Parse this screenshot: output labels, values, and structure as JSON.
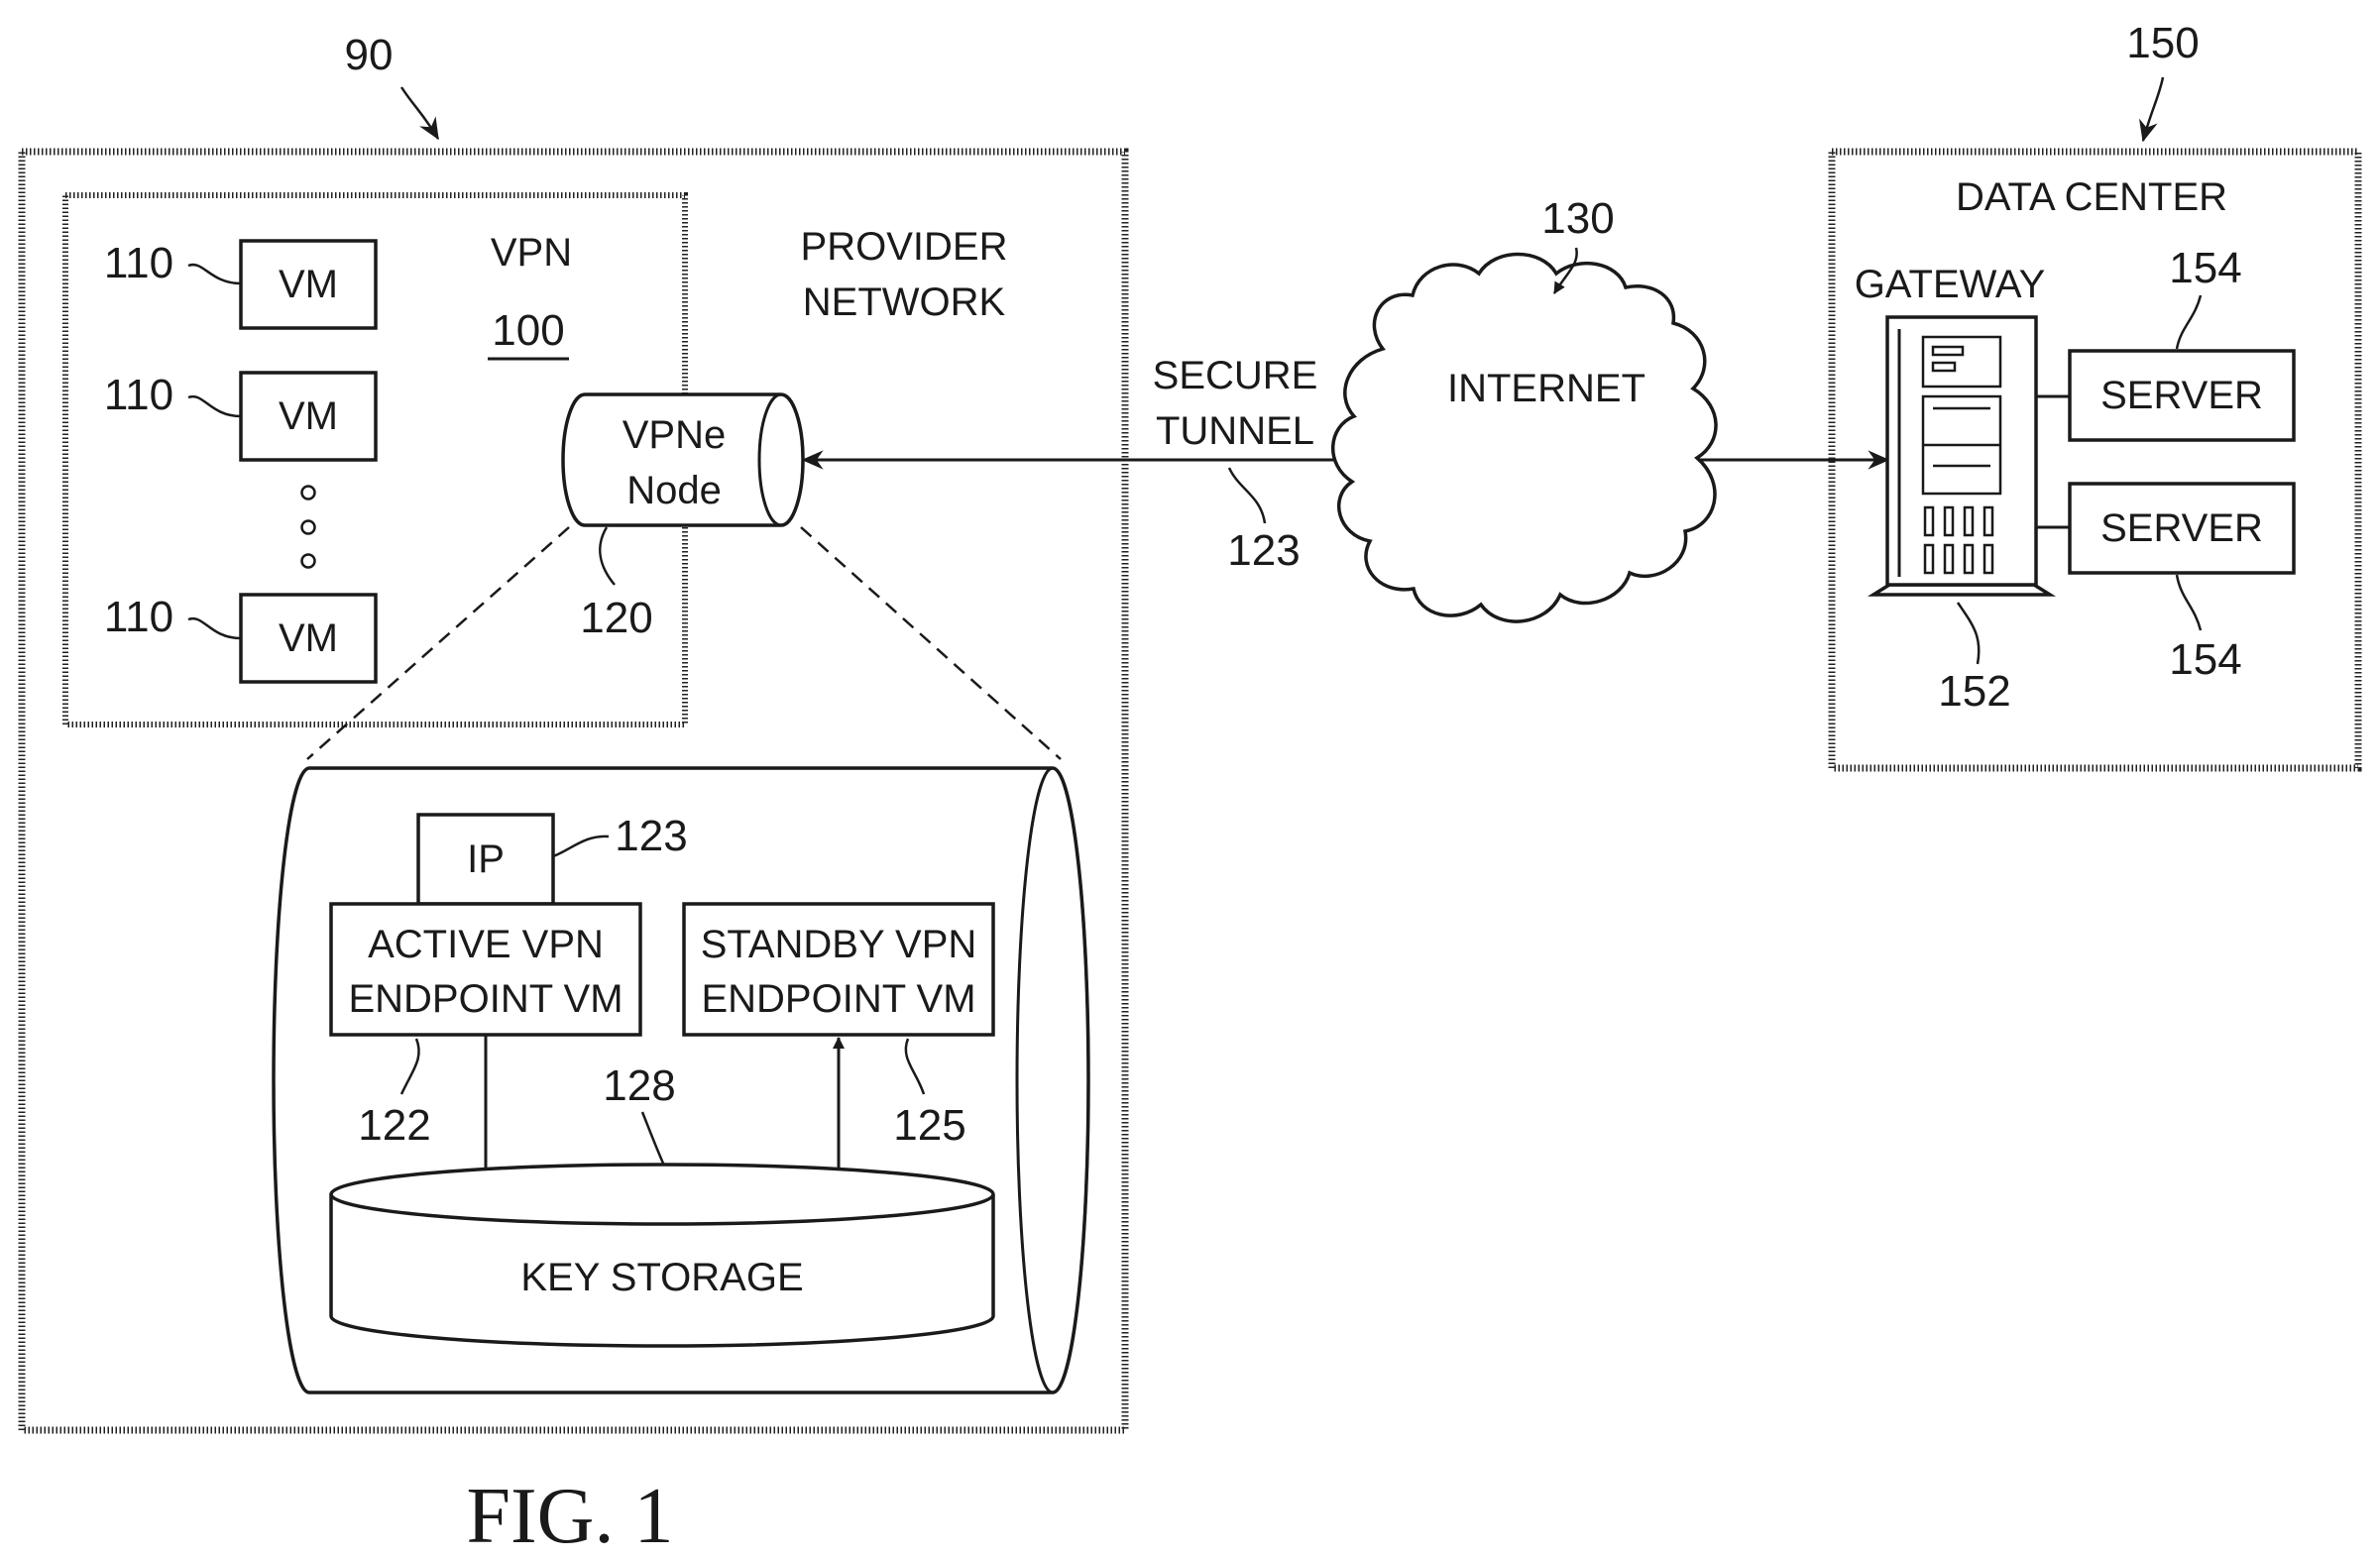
{
  "figure": {
    "caption": "FIG. 1"
  },
  "provider": {
    "ref": "90",
    "label_line1": "PROVIDER",
    "label_line2": "NETWORK"
  },
  "vpn": {
    "label": "VPN",
    "ref": "100",
    "vms": [
      {
        "ref": "110",
        "label": "VM"
      },
      {
        "ref": "110",
        "label": "VM"
      },
      {
        "ref": "110",
        "label": "VM"
      }
    ]
  },
  "node": {
    "line1": "VPNe",
    "line2": "Node",
    "ref": "120"
  },
  "detail": {
    "ip_label": "IP",
    "ip_ref": "123",
    "active_line1": "ACTIVE VPN",
    "active_line2": "ENDPOINT VM",
    "active_ref": "122",
    "standby_line1": "STANDBY VPN",
    "standby_line2": "ENDPOINT VM",
    "standby_ref": "125",
    "storage_label": "KEY STORAGE",
    "storage_ref": "128"
  },
  "tunnel": {
    "line1": "SECURE",
    "line2": "TUNNEL",
    "ref": "123"
  },
  "internet": {
    "label": "INTERNET",
    "ref": "130"
  },
  "datacenter": {
    "ref": "150",
    "label": "DATA CENTER",
    "gateway_label": "GATEWAY",
    "gateway_ref": "152",
    "servers": [
      {
        "label": "SERVER",
        "ref": "154"
      },
      {
        "label": "SERVER",
        "ref": "154"
      }
    ]
  }
}
